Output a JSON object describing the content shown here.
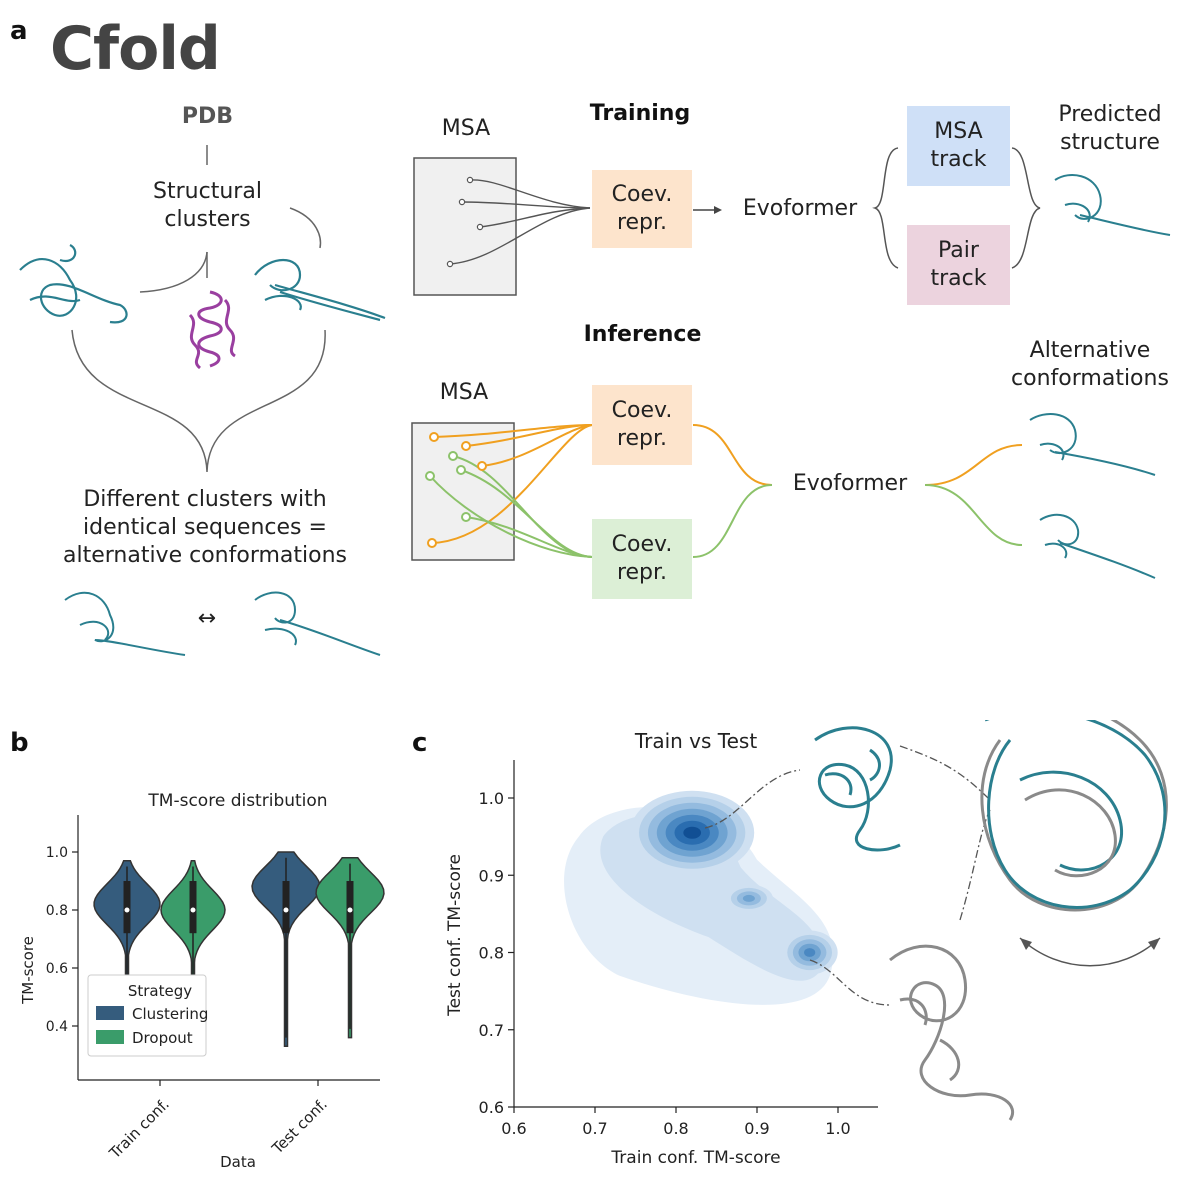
{
  "panel_a": {
    "letter": "a",
    "title": "Cfold",
    "pdb": "PDB",
    "structural_clusters": [
      "Structural",
      "clusters"
    ],
    "caption": [
      "Different clusters with",
      "identical sequences =",
      "alternative conformations"
    ],
    "arrow_symbol": "↔",
    "training": {
      "header": "Training",
      "msa": "MSA",
      "coev": [
        "Coev.",
        "repr."
      ],
      "evoformer": "Evoformer",
      "msa_track": [
        "MSA",
        "track"
      ],
      "pair_track": [
        "Pair",
        "track"
      ],
      "predicted": [
        "Predicted",
        "structure"
      ]
    },
    "inference": {
      "header": "Inference",
      "msa": "MSA",
      "coev_top": [
        "Coev.",
        "repr."
      ],
      "coev_bottom": [
        "Coev.",
        "repr."
      ],
      "evoformer": "Evoformer",
      "alternative": [
        "Alternative",
        "conformations"
      ]
    }
  },
  "panel_b": {
    "letter": "b",
    "chart_data": {
      "type": "violin",
      "title": "TM-score distribution",
      "xlabel": "Data",
      "ylabel": "TM-score",
      "categories": [
        "Train conf.",
        "Test conf."
      ],
      "yticks": [
        0.4,
        0.6,
        0.8,
        1.0
      ],
      "legend_title": "Strategy",
      "legend_position": "lower-left",
      "series": [
        {
          "name": "Clustering",
          "color": "#355c7d",
          "medians": [
            0.8,
            0.8
          ]
        },
        {
          "name": "Dropout",
          "color": "#3a9c6a",
          "medians": [
            0.8,
            0.8
          ]
        }
      ]
    }
  },
  "panel_c": {
    "letter": "c",
    "chart_data": {
      "type": "heatmap",
      "title": "Train vs Test",
      "xlabel": "Train conf. TM-score",
      "ylabel": "Test conf. TM-score",
      "xticks": [
        0.6,
        0.7,
        0.8,
        0.9,
        1.0
      ],
      "yticks": [
        0.6,
        0.7,
        0.8,
        0.9,
        1.0
      ],
      "xlim": [
        0.6,
        1.05
      ],
      "ylim": [
        0.6,
        1.05
      ],
      "density_peaks": [
        {
          "x": 0.82,
          "y": 0.955
        },
        {
          "x": 0.89,
          "y": 0.87
        },
        {
          "x": 0.965,
          "y": 0.8
        }
      ]
    }
  },
  "colors": {
    "teal_protein": "#2a7f8f",
    "magenta_protein": "#9a3fa0",
    "gray_protein": "#8a8a8a",
    "coev_orange_bg": "#fde4cc",
    "coev_green_bg": "#dcefd6",
    "msa_track_bg": "#cfe0f7",
    "pair_track_bg": "#ecd3de",
    "orange_line": "#f0a020",
    "green_line": "#8cc26a"
  }
}
